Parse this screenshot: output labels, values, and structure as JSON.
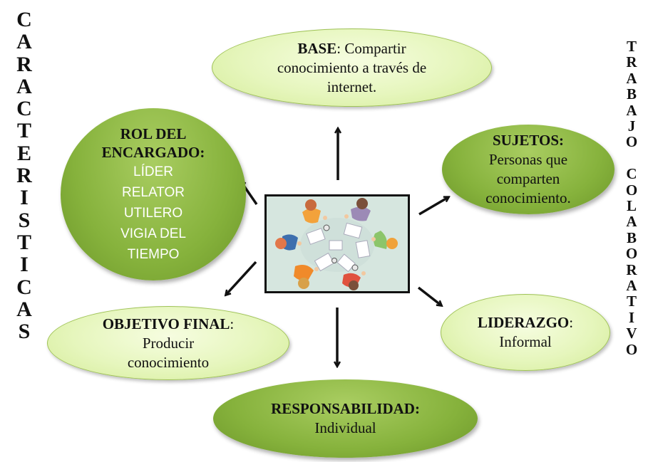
{
  "side_titles": {
    "left": [
      "C",
      "A",
      "R",
      "A",
      "C",
      "T",
      "E",
      "R",
      "I",
      "S",
      "T",
      "I",
      "C",
      "A",
      "S"
    ],
    "right_word1": [
      "T",
      "R",
      "A",
      "B",
      "A",
      "J",
      "O"
    ],
    "right_word2": [
      "C",
      "O",
      "L",
      "A",
      "B",
      "O",
      "R",
      "A",
      "T",
      "I",
      "V",
      "O"
    ]
  },
  "base": {
    "label": "BASE",
    "sep": ":",
    "text_line1": " Compartir",
    "text_line2": "conocimiento a través de",
    "text_line3": "internet."
  },
  "rol": {
    "head_line1": "ROL DEL",
    "head_line2": "ENCARGADO:",
    "items": [
      "LÍDER",
      "RELATOR",
      "UTILERO",
      "VIGIA DEL",
      "TIEMPO"
    ]
  },
  "sujetos": {
    "label": "SUJETOS:",
    "text_line1": "Personas que",
    "text_line2": "comparten",
    "text_line3": "conocimiento."
  },
  "objetivo": {
    "label": "OBJETIVO FINAL",
    "sep": ":",
    "text_line1": "Producir",
    "text_line2": "conocimiento"
  },
  "liderazgo": {
    "label": "LIDERAZGO",
    "sep": ":",
    "text_line1": "Informal"
  },
  "responsabilidad": {
    "label": "RESPONSABILIDAD:",
    "text_line1": "Individual"
  },
  "colors": {
    "light_fill": "#e6f6bd",
    "dark_fill": "#86b23c",
    "outline": "#9fc356",
    "arrow": "#111111"
  }
}
